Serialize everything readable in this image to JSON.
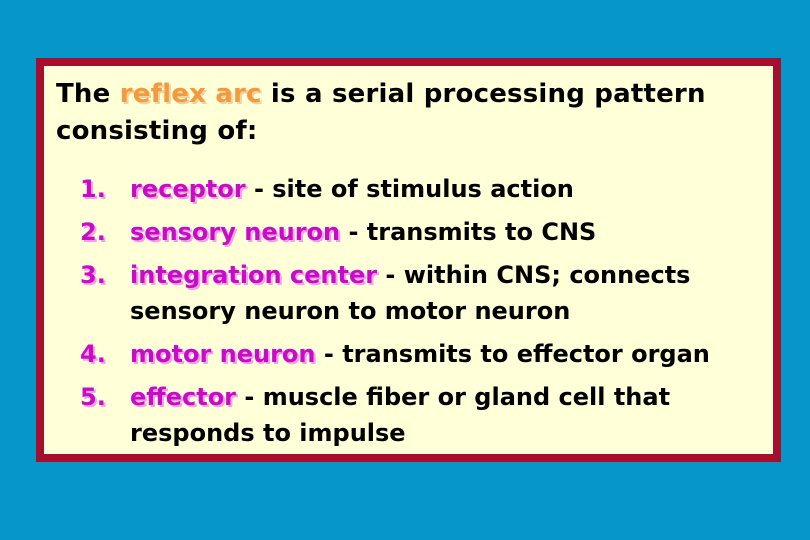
{
  "colors": {
    "slide_background": "#0697c8",
    "panel_background": "#ffffd8",
    "panel_border": "#a60e2d",
    "title_highlight_orange": "#f49a3e",
    "title_highlight_shadow": "#eed2a0",
    "term_magenta": "#c90bc9",
    "term_shadow_pink": "#f2a2e2",
    "body_text": "#000000"
  },
  "title": {
    "text_before": "The ",
    "highlight": "reflex arc",
    "text_after": " is a serial processing pattern",
    "line2": "consisting of:"
  },
  "list": {
    "items": [
      {
        "number": "1.",
        "term": "receptor",
        "desc": " - site of stimulus action",
        "desc2": ""
      },
      {
        "number": "2.",
        "term": "sensory neuron",
        "desc": " - transmits to CNS",
        "desc2": ""
      },
      {
        "number": "3.",
        "term": "integration center",
        "desc": " - within CNS; connects",
        "desc2": "sensory neuron to motor neuron"
      },
      {
        "number": "4.",
        "term": "motor neuron",
        "desc": " - transmits to effector organ",
        "desc2": ""
      },
      {
        "number": "5.",
        "term": "effector",
        "desc": " - muscle fiber or gland cell that",
        "desc2": "responds to impulse"
      }
    ]
  }
}
